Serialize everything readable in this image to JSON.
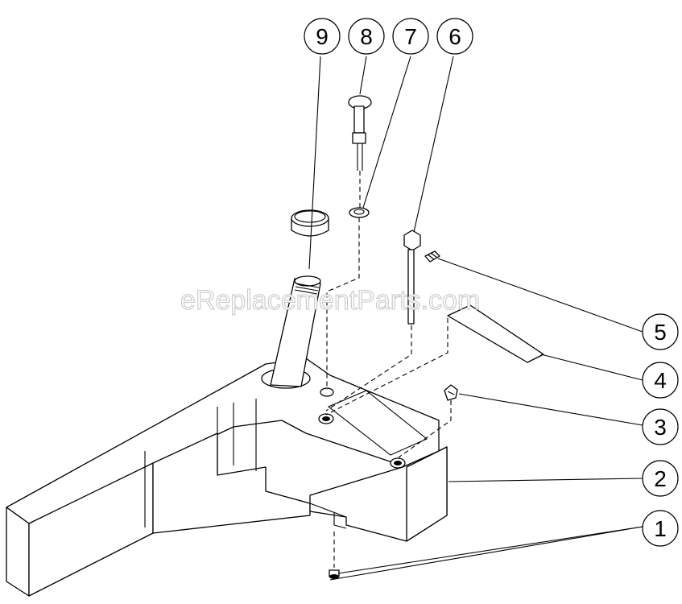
{
  "watermark": "eReplacementParts.com",
  "callouts": [
    {
      "label": "9"
    },
    {
      "label": "8"
    },
    {
      "label": "7"
    },
    {
      "label": "6"
    },
    {
      "label": "5"
    },
    {
      "label": "4"
    },
    {
      "label": "3"
    },
    {
      "label": "2"
    },
    {
      "label": "1"
    }
  ],
  "colors": {
    "line": "#000000",
    "background": "#ffffff",
    "watermark_outline": "#c8c8c8"
  }
}
